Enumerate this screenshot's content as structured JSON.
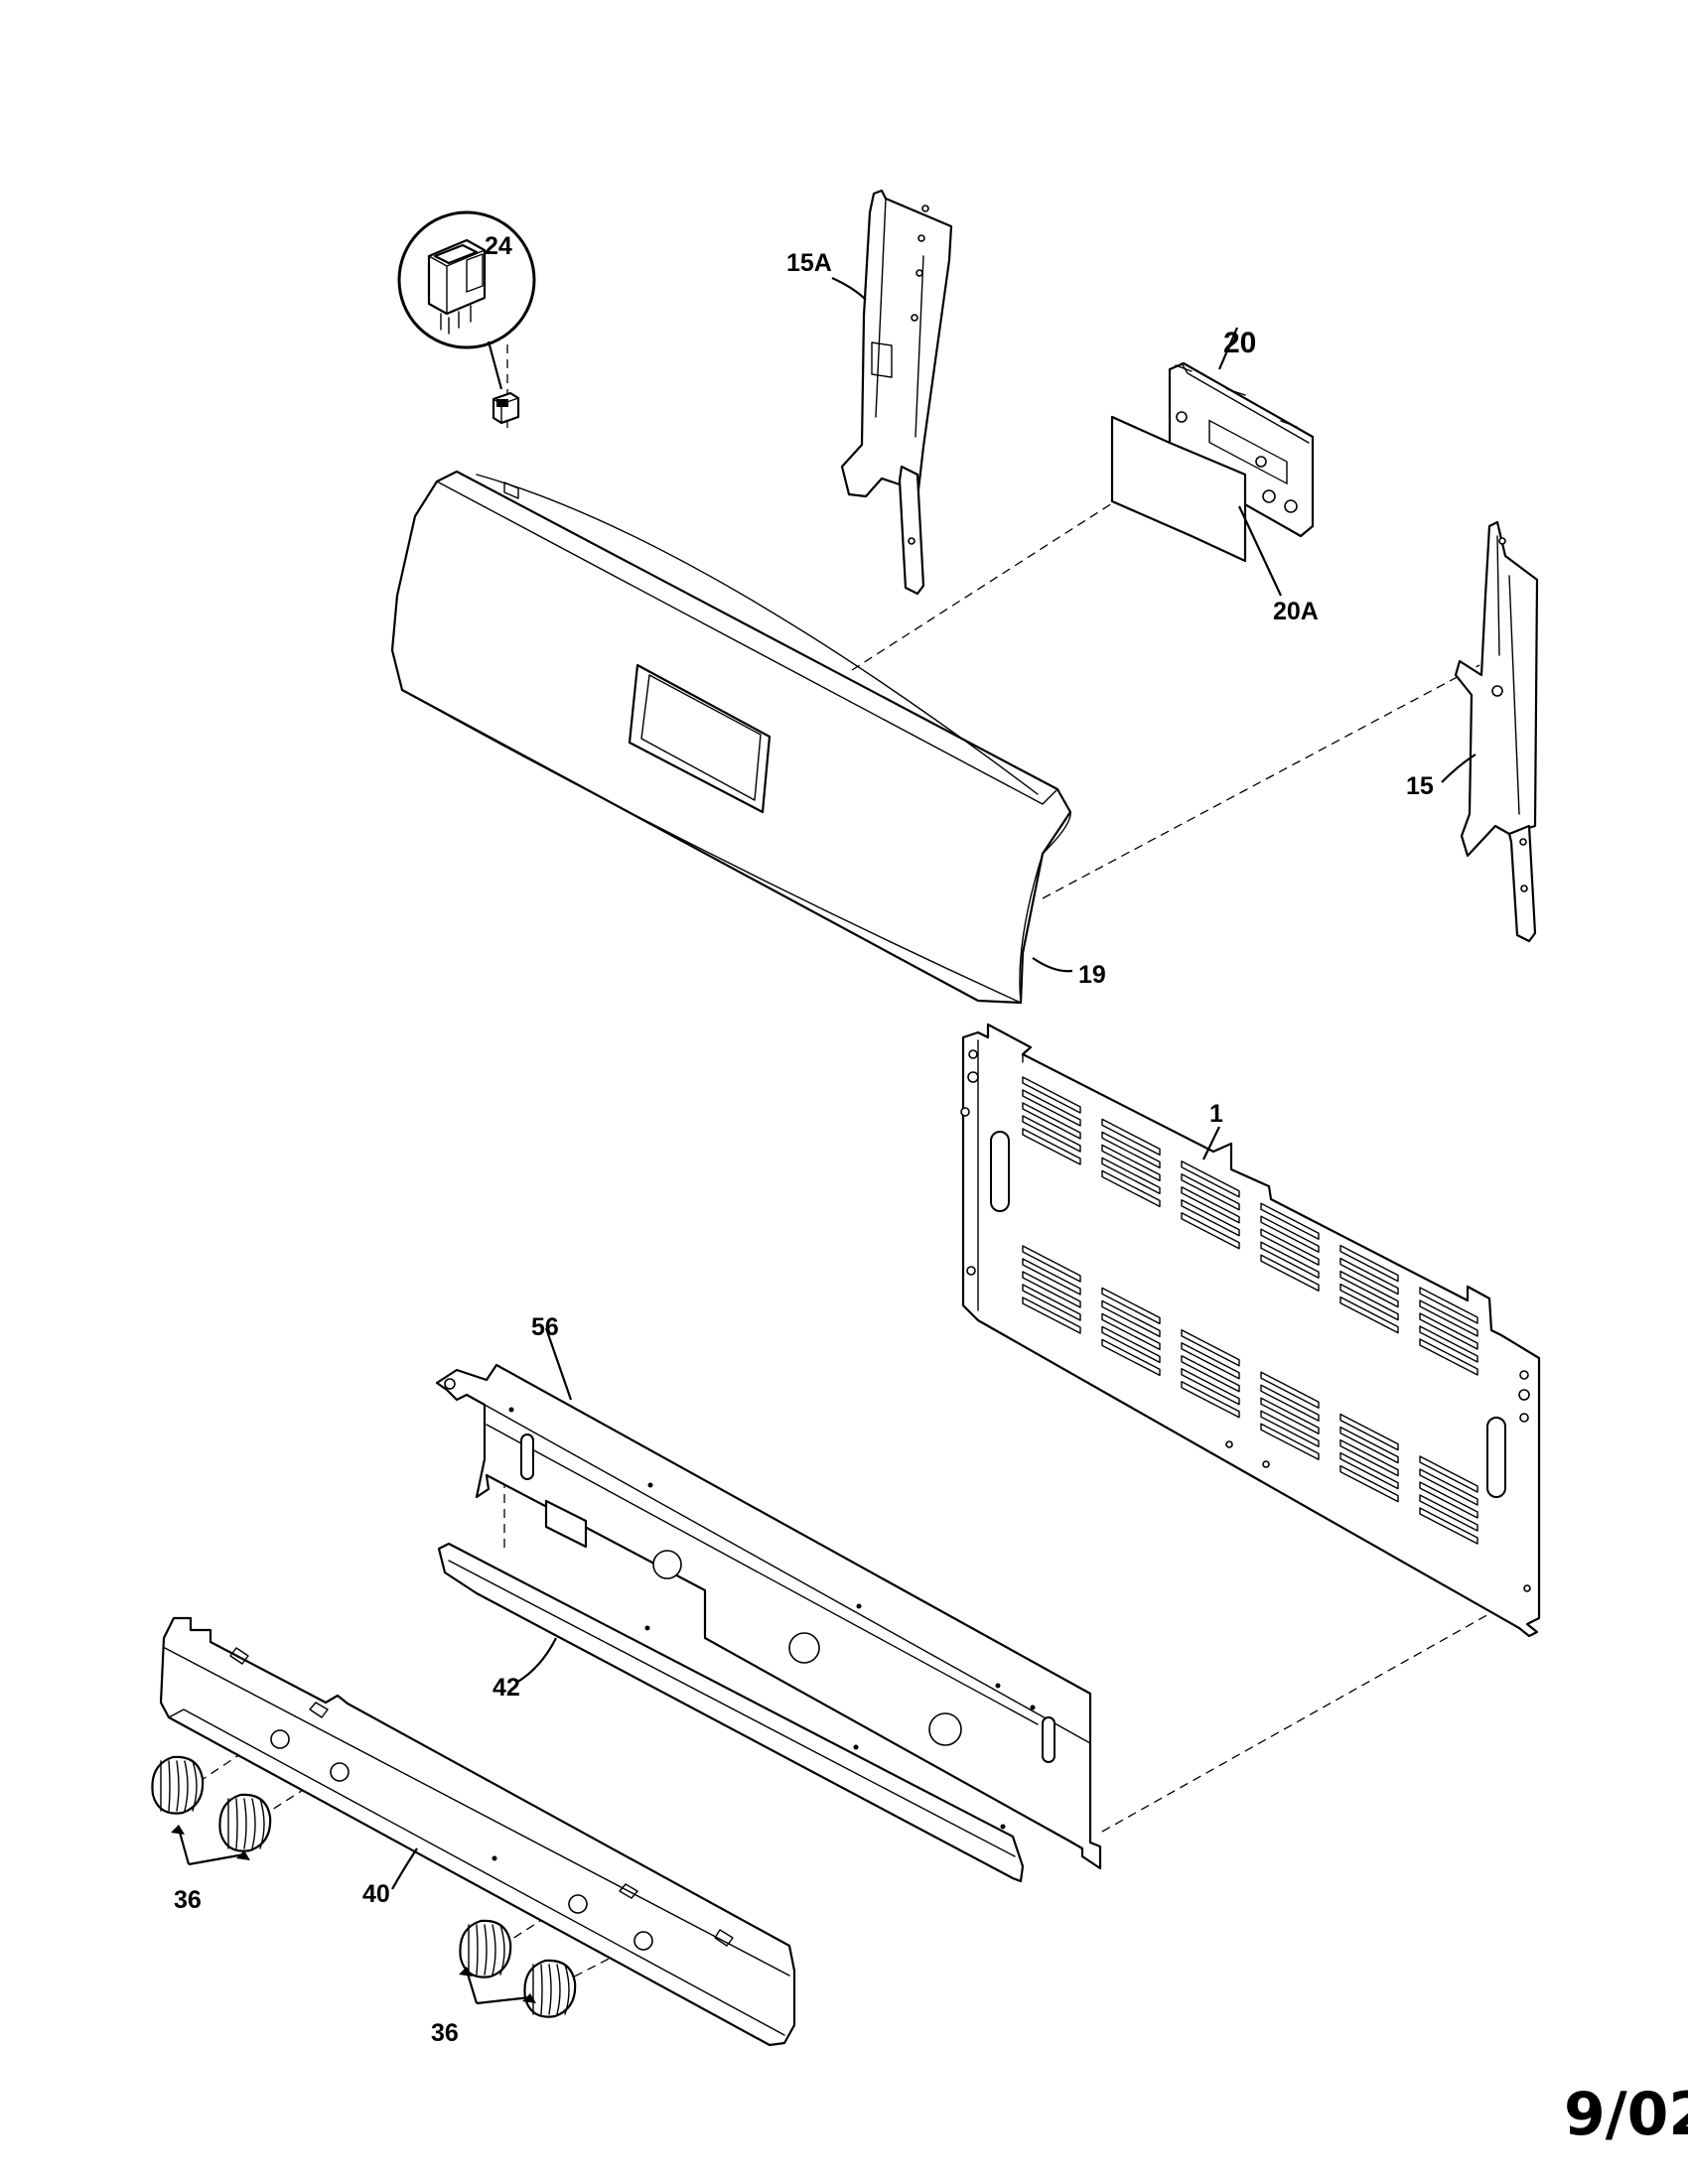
{
  "callouts": {
    "p24": "24",
    "p15a": "15A",
    "p20": "20",
    "p20a": "20A",
    "p15": "15",
    "p19": "19",
    "p1": "1",
    "p56": "56",
    "p42": "42",
    "p40": "40",
    "p36_left": "36",
    "p36_right": "36"
  },
  "date_code": "9/02",
  "colors": {
    "line": "#000000",
    "background": "#ffffff"
  }
}
